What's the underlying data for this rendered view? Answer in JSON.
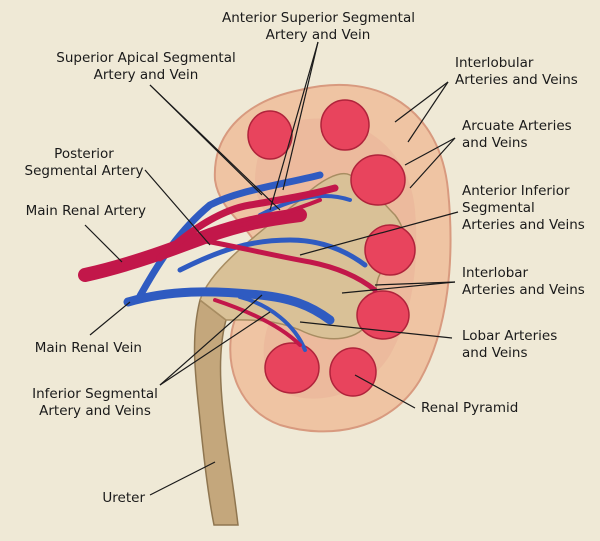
{
  "colors": {
    "background": "#efe9d6",
    "cortex": "#efc4a3",
    "pyramid": "#e8445d",
    "artery": "#c2174a",
    "vein": "#2f5bc1",
    "ureter": "#c4a77c",
    "leader": "#1a1a1a"
  },
  "labels": {
    "anterior_superior": "Anterior Superior Segmental\nArtery and Vein",
    "superior_apical": "Superior Apical Segmental\nArtery and Vein",
    "posterior_segmental": "Posterior\nSegmental Artery",
    "main_renal_artery": "Main Renal Artery",
    "main_renal_vein": "Main Renal Vein",
    "inferior_segmental": "Inferior Segmental\nArtery and Veins",
    "ureter": "Ureter",
    "interlobular": "Interlobular\nArteries and Veins",
    "arcuate": "Arcuate Arteries\nand Veins",
    "anterior_inferior": "Anterior Inferior\nSegmental\nArteries and Veins",
    "interlobar": "Interlobar\nArteries and Veins",
    "lobar": "Lobar Arteries\nand Veins",
    "renal_pyramid": "Renal Pyramid"
  }
}
